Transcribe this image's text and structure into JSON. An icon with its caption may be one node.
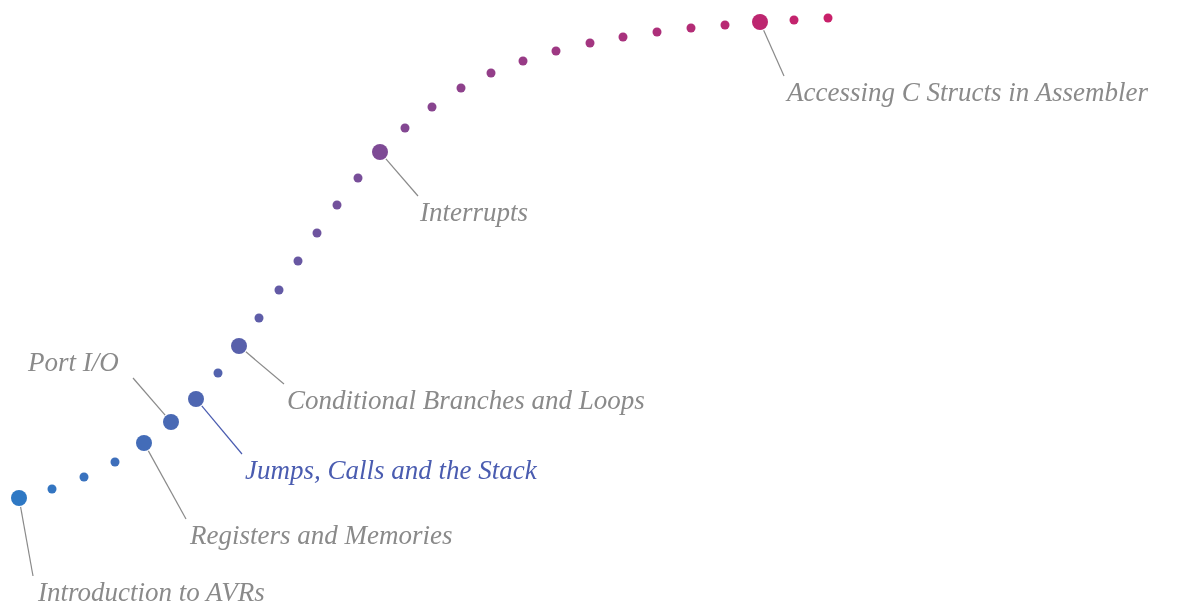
{
  "diagram": {
    "nodes": [
      {
        "text": [
          "Introduction to AVRs"
        ]
      },
      {
        "text": [
          "Registers and Memories"
        ]
      },
      {
        "text": [
          "Port I/O"
        ]
      },
      {
        "text": [
          "Jumps, Calls and the Stack"
        ]
      },
      {
        "text": [
          "Conditional Branches and Loops"
        ]
      },
      {
        "text": [
          "Interrupts"
        ]
      },
      {
        "text": [
          "Accessing C Structs in Assembler"
        ]
      },
      {
        "text": [],
        "shape": "circle"
      },
      {
        "text": [],
        "shape": "circle"
      },
      {
        "text": [],
        "shape": "circle"
      },
      {
        "text": [],
        "shape": "circle"
      },
      {
        "text": [],
        "shape": "circle"
      },
      {
        "text": [],
        "shape": "circle"
      },
      {
        "text": [],
        "shape": "circle"
      }
    ],
    "edges": [
      {
        "from": 0,
        "to": 7,
        "arrow": "none"
      },
      {
        "from": 1,
        "to": 8,
        "arrow": "none"
      },
      {
        "from": 2,
        "to": 9,
        "arrow": "none"
      },
      {
        "from": 3,
        "to": 10,
        "arrow": "none",
        "color": "#4a5cb0"
      },
      {
        "from": 4,
        "to": 11,
        "arrow": "none"
      },
      {
        "from": 5,
        "to": 12,
        "arrow": "none"
      },
      {
        "from": 6,
        "to": 13,
        "arrow": "none"
      }
    ]
  }
}
